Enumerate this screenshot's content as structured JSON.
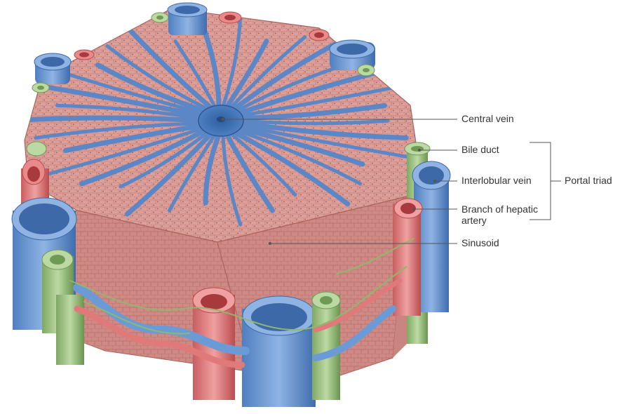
{
  "labels": {
    "central_vein": "Central vein",
    "bile_duct": "Bile duct",
    "interlobular_vein": "Interlobular vein",
    "branch_hepatic_artery": "Branch of hepatic\nartery",
    "sinusoid": "Sinusoid",
    "portal_triad": "Portal triad"
  },
  "colors": {
    "hepatocyte": "#d99a94",
    "hepatocyte_dark": "#c0807a",
    "hepatocyte_line": "#a5645f",
    "sinusoid_blue": "#5c88c8",
    "vein_blue": "#6b9bd6",
    "vein_blue_dark": "#3e69a8",
    "artery_red": "#e07a7a",
    "artery_red_dark": "#b84a4d",
    "bile_green": "#9bc27d",
    "bile_green_dark": "#6f9a55",
    "leader_line": "#555555"
  }
}
